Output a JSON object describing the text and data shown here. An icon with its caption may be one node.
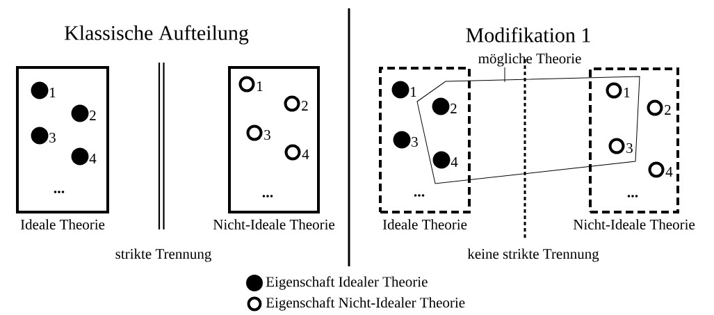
{
  "diagram": {
    "nodes": [
      {
        "text": [
          "Ideale Theorie"
        ]
      },
      {
        "text": [],
        "shape": "circle",
        "in": 0,
        "beside": [
          "1"
        ]
      },
      {
        "text": [],
        "shape": "circle",
        "in": 0,
        "beside": [
          "2"
        ]
      },
      {
        "text": [],
        "shape": "circle",
        "in": 0,
        "beside": [
          "3"
        ]
      },
      {
        "text": [],
        "shape": "circle",
        "in": 0,
        "beside": [
          "4"
        ]
      },
      {
        "text": [
          "Nicht-Ideale Theorie"
        ]
      },
      {
        "text": [],
        "shape": "circle",
        "in": 5,
        "beside": [
          "1"
        ]
      },
      {
        "text": [],
        "shape": "circle",
        "in": 5,
        "beside": [
          "2"
        ]
      },
      {
        "text": [],
        "shape": "circle",
        "in": 5,
        "beside": [
          "3"
        ]
      },
      {
        "text": [],
        "shape": "circle",
        "in": 5,
        "beside": [
          "4"
        ]
      },
      {
        "text": [
          "Ideale Theorie"
        ]
      },
      {
        "text": [],
        "shape": "circle",
        "in": 10,
        "beside": [
          "1"
        ]
      },
      {
        "text": [],
        "shape": "circle",
        "beside": [
          "2"
        ]
      },
      {
        "text": [],
        "shape": "circle",
        "in": 10,
        "beside": [
          "3"
        ]
      },
      {
        "text": [],
        "shape": "circle",
        "beside": [
          "4"
        ]
      },
      {
        "text": [
          "Nicht-Ideale Theorie"
        ]
      },
      {
        "text": [],
        "shape": "circle",
        "beside": [
          "1"
        ]
      },
      {
        "text": [],
        "shape": "circle",
        "in": 15,
        "beside": [
          "2"
        ]
      },
      {
        "text": [],
        "shape": "circle",
        "beside": [
          "3"
        ]
      },
      {
        "text": [],
        "shape": "circle",
        "in": 15,
        "beside": [
          "4"
        ]
      },
      {
        "text": [
          "mögliche Theorie"
        ]
      },
      {
        "text": [],
        "shape": "polygon"
      }
    ],
    "edges": [
      {
        "from": 20,
        "to": 21,
        "arrow": "none"
      }
    ],
    "labels": [
      "Klassische Aufteilung",
      "Modifikation 1",
      "...",
      "...",
      "...",
      "...",
      "strikte Trennung",
      "keine strikte Trennung"
    ],
    "legend": [
      {
        "text": "Eigenschaft Idealer Theorie"
      },
      {
        "text": "Eigenschaft Nicht-Idealer Theorie"
      }
    ]
  }
}
